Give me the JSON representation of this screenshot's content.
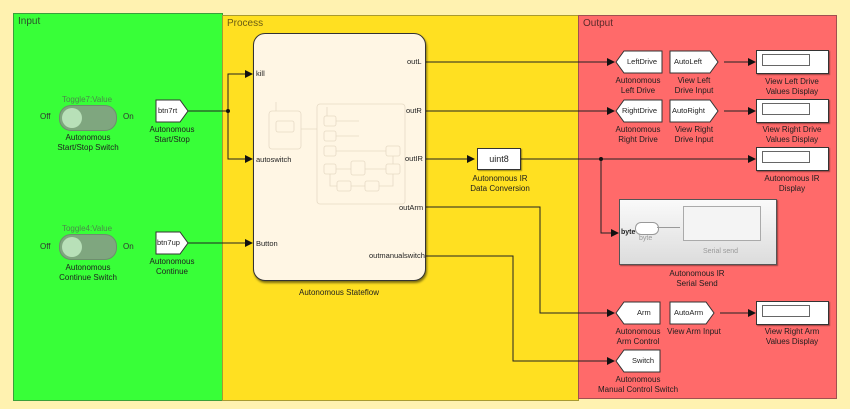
{
  "areas": {
    "input": "Input",
    "process": "Process",
    "output": "Output"
  },
  "colors": {
    "input_bg": "#38ff38",
    "process_bg": "#ffe021",
    "output_bg": "#ff6a6a",
    "canvas_bg": "#fff2b0"
  },
  "input": {
    "toggle1": {
      "caption": "Toggle7:Value",
      "off": "Off",
      "on": "On",
      "state": "Off",
      "label1": "Autonomous",
      "label2": "Start/Stop Switch"
    },
    "toggle2": {
      "caption": "Toggle4:Value",
      "off": "Off",
      "on": "On",
      "state": "Off",
      "label1": "Autonomous",
      "label2": "Continue Switch"
    },
    "goto1": {
      "tag": "btn7rt",
      "label1": "Autonomous",
      "label2": "Start/Stop"
    },
    "goto2": {
      "tag": "btn7up",
      "label1": "Autonomous",
      "label2": "Continue"
    }
  },
  "process": {
    "stateflow": {
      "name": "Autonomous Stateflow",
      "inputs": [
        "kill",
        "autoswitch",
        "Button"
      ],
      "outputs": [
        "outL",
        "outR",
        "outIR",
        "outArm",
        "outmanualswitch"
      ]
    },
    "conversion": {
      "type": "uint8",
      "label1": "Autonomous IR",
      "label2": "Data Conversion"
    }
  },
  "output": {
    "left_drive": {
      "tag": "LeftDrive",
      "label1": "Autonomous",
      "label2": "Left Drive"
    },
    "right_drive": {
      "tag": "RightDrive",
      "label1": "Autonomous",
      "label2": "Right Drive"
    },
    "arm": {
      "tag": "Arm",
      "label1": "Autonomous",
      "label2": "Arm Control"
    },
    "switch": {
      "tag": "Switch",
      "label1": "Autonomous",
      "label2": "Manual Control Switch"
    },
    "from_left": {
      "tag": "AutoLeft",
      "label1": "View Left",
      "label2": "Drive Input"
    },
    "from_right": {
      "tag": "AutoRight",
      "label1": "View Right",
      "label2": "Drive Input"
    },
    "from_arm": {
      "tag": "AutoArm",
      "label1": "View Arm Input"
    },
    "disp_left": {
      "label1": "View Left Drive",
      "label2": "Values Display"
    },
    "disp_right": {
      "label1": "View Right Drive",
      "label2": "Values Display"
    },
    "disp_ir": {
      "label1": "Autonomous IR",
      "label2": "Display"
    },
    "disp_arm": {
      "label1": "View Right Arm",
      "label2": "Values Display"
    },
    "serial": {
      "port": "byte",
      "inner_port": "byte",
      "inner_block": "Serial send",
      "label1": "Autonomous IR",
      "label2": "Serial Send"
    }
  }
}
